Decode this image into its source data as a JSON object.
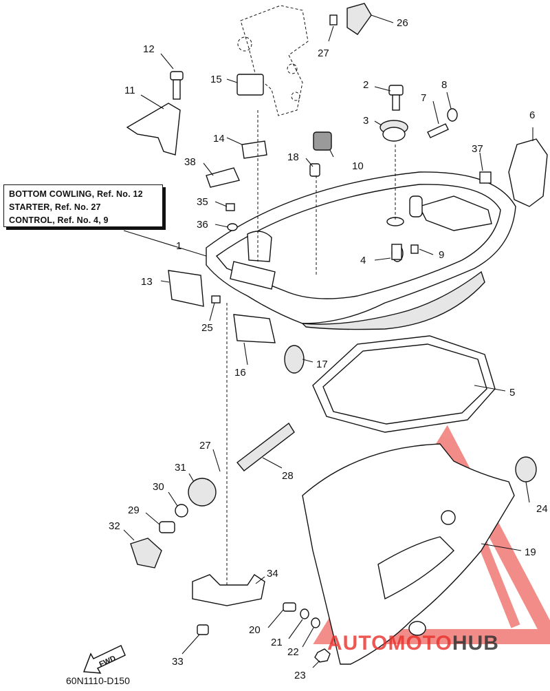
{
  "legend": {
    "lines": [
      "BOTTOM COWLING, Ref. No. 12",
      "STARTER,  Ref. No. 27",
      "CONTROL, Ref. No. 4, 9"
    ]
  },
  "callouts": [
    "1",
    "2",
    "3",
    "4",
    "5",
    "6",
    "7",
    "8",
    "9",
    "10",
    "11",
    "12",
    "13",
    "14",
    "15",
    "16",
    "17",
    "18",
    "19",
    "20",
    "21",
    "22",
    "23",
    "24",
    "25",
    "26",
    "27",
    "27",
    "28",
    "29",
    "30",
    "31",
    "32",
    "33",
    "34",
    "35",
    "36",
    "37",
    "38"
  ],
  "fwd_label": "FWD",
  "diagram_code": "60N1110-D150",
  "watermark": {
    "part1": "AUTOMOTO",
    "part2": "HUB",
    "color_primary": "#e8302a",
    "color_secondary": "#333333"
  }
}
